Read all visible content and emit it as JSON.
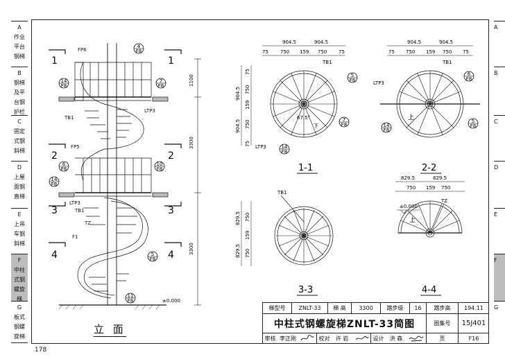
{
  "sidebar": {
    "tabs": [
      {
        "letter": "A",
        "lines": [
          "作业",
          "平台",
          "钢梯"
        ],
        "active": false
      },
      {
        "letter": "B",
        "lines": [
          "钢梯",
          "及平",
          "台钢",
          "护栏"
        ],
        "active": false
      },
      {
        "letter": "C",
        "lines": [
          "固定",
          "式钢",
          "斜梯"
        ],
        "active": false
      },
      {
        "letter": "D",
        "lines": [
          "上屋",
          "面钢",
          "直梯"
        ],
        "active": false
      },
      {
        "letter": "E",
        "lines": [
          "上吊",
          "车钢",
          "斜梯"
        ],
        "active": false
      },
      {
        "letter": "F",
        "lines": [
          "中柱",
          "式钢",
          "螺旋",
          "梯"
        ],
        "active": true
      },
      {
        "letter": "G",
        "lines": [
          "板式",
          "钢螺",
          "旋梯"
        ],
        "active": false
      }
    ]
  },
  "drawing": {
    "elevation_label": "立 面",
    "section_labels": [
      "1-1",
      "2-2",
      "3-3",
      "4-4"
    ],
    "cut_marks": [
      "1",
      "2",
      "3",
      "4"
    ],
    "elevation_callouts": [
      "FP6",
      "FP5",
      "TB1",
      "LTP3",
      "TZ",
      "F1",
      "LTP3",
      "TB1"
    ],
    "detail_refs": [
      "4",
      "7",
      "14",
      "6",
      "10",
      "14",
      "5",
      "11"
    ],
    "detail_sheet": "F8",
    "dims_elevation": [
      "1100",
      "3300",
      "3300"
    ],
    "ground_level": "±0.000",
    "plan_dims_top": [
      "904.5",
      "904.5"
    ],
    "plan_dims_sub": [
      "75",
      "750",
      "159",
      "750",
      "75"
    ],
    "plan_dims_left": [
      "75",
      "750",
      "159",
      "750",
      "75"
    ],
    "plan_dims_left_totals": [
      "904.5",
      "904.5"
    ],
    "plan_dims_left_small": [
      "829.5",
      "829.5"
    ],
    "plan_dims_sub_small": [
      "750",
      "159",
      "750"
    ],
    "plan_dims_top_small": [
      "829.5",
      "829.5"
    ],
    "plan_labels": [
      "TB1",
      "LTP3",
      "TZ",
      "上",
      "下",
      "67.5°"
    ],
    "level_mark": "±0.000"
  },
  "title_block": {
    "row1": {
      "k1": "梯型号",
      "v1": "ZNLT-33",
      "k2": "梯  高",
      "v2": "3300",
      "k3": "踏步级",
      "v3": "16",
      "k4": "踏步高",
      "v4": "194.11"
    },
    "title": "中柱式钢螺旋梯ZNLT-33简图",
    "atlas_label": "图集号",
    "atlas_no": "15J401",
    "row3": {
      "a": "审核",
      "b": "李正刚",
      "c": "校对",
      "d": "许  岩",
      "e": "设计",
      "f": "洪  森",
      "g": "页",
      "h": "F16"
    }
  },
  "page_number": "178"
}
